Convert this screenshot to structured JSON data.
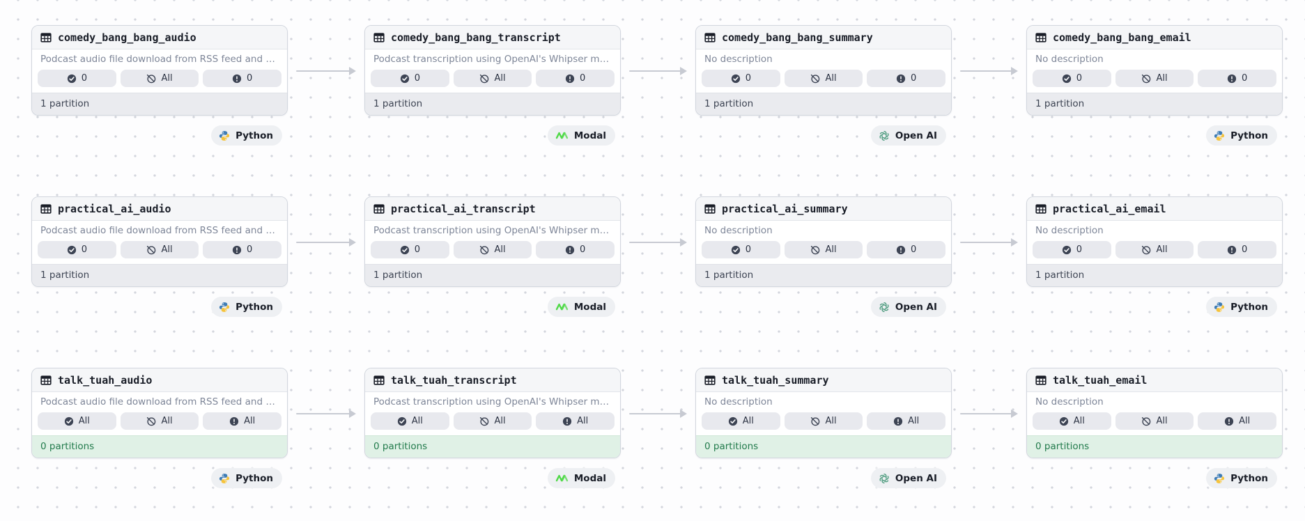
{
  "view": {
    "name": "asset-lineage-graph",
    "partition_ok_text_color": "#217a4b",
    "partition_ok_bg_color": "#e0f1e6",
    "python_blue": "#3e7cb5",
    "python_yellow": "#f5c33c",
    "modal_green": "#50d948",
    "openai_green": "#4a9a7c"
  },
  "rows": [
    {
      "assets": [
        {
          "name": "comedy_bang_bang_audio",
          "description": "Podcast audio file download from RSS feed and …",
          "checks": [
            {
              "icon": "check-circle-icon",
              "value": "0"
            },
            {
              "icon": "slash-circle-icon",
              "value": "All"
            },
            {
              "icon": "alert-circle-icon",
              "value": "0"
            }
          ],
          "partitions": "1 partition",
          "partitions_status": "default",
          "tag": {
            "label": "Python",
            "icon": "python-icon"
          }
        },
        {
          "name": "comedy_bang_bang_transcript",
          "description": "Podcast transcription using OpenAI's Whipser mo…",
          "checks": [
            {
              "icon": "check-circle-icon",
              "value": "0"
            },
            {
              "icon": "slash-circle-icon",
              "value": "All"
            },
            {
              "icon": "alert-circle-icon",
              "value": "0"
            }
          ],
          "partitions": "1 partition",
          "partitions_status": "default",
          "tag": {
            "label": "Modal",
            "icon": "modal-icon"
          }
        },
        {
          "name": "comedy_bang_bang_summary",
          "description": "No description",
          "checks": [
            {
              "icon": "check-circle-icon",
              "value": "0"
            },
            {
              "icon": "slash-circle-icon",
              "value": "All"
            },
            {
              "icon": "alert-circle-icon",
              "value": "0"
            }
          ],
          "partitions": "1 partition",
          "partitions_status": "default",
          "tag": {
            "label": "Open AI",
            "icon": "openai-icon"
          }
        },
        {
          "name": "comedy_bang_bang_email",
          "description": "No description",
          "checks": [
            {
              "icon": "check-circle-icon",
              "value": "0"
            },
            {
              "icon": "slash-circle-icon",
              "value": "All"
            },
            {
              "icon": "alert-circle-icon",
              "value": "0"
            }
          ],
          "partitions": "1 partition",
          "partitions_status": "default",
          "tag": {
            "label": "Python",
            "icon": "python-icon"
          }
        }
      ]
    },
    {
      "assets": [
        {
          "name": "practical_ai_audio",
          "description": "Podcast audio file download from RSS feed and …",
          "checks": [
            {
              "icon": "check-circle-icon",
              "value": "0"
            },
            {
              "icon": "slash-circle-icon",
              "value": "All"
            },
            {
              "icon": "alert-circle-icon",
              "value": "0"
            }
          ],
          "partitions": "1 partition",
          "partitions_status": "default",
          "tag": {
            "label": "Python",
            "icon": "python-icon"
          }
        },
        {
          "name": "practical_ai_transcript",
          "description": "Podcast transcription using OpenAI's Whipser mo…",
          "checks": [
            {
              "icon": "check-circle-icon",
              "value": "0"
            },
            {
              "icon": "slash-circle-icon",
              "value": "All"
            },
            {
              "icon": "alert-circle-icon",
              "value": "0"
            }
          ],
          "partitions": "1 partition",
          "partitions_status": "default",
          "tag": {
            "label": "Modal",
            "icon": "modal-icon"
          }
        },
        {
          "name": "practical_ai_summary",
          "description": "No description",
          "checks": [
            {
              "icon": "check-circle-icon",
              "value": "0"
            },
            {
              "icon": "slash-circle-icon",
              "value": "All"
            },
            {
              "icon": "alert-circle-icon",
              "value": "0"
            }
          ],
          "partitions": "1 partition",
          "partitions_status": "default",
          "tag": {
            "label": "Open AI",
            "icon": "openai-icon"
          }
        },
        {
          "name": "practical_ai_email",
          "description": "No description",
          "checks": [
            {
              "icon": "check-circle-icon",
              "value": "0"
            },
            {
              "icon": "slash-circle-icon",
              "value": "All"
            },
            {
              "icon": "alert-circle-icon",
              "value": "0"
            }
          ],
          "partitions": "1 partition",
          "partitions_status": "default",
          "tag": {
            "label": "Python",
            "icon": "python-icon"
          }
        }
      ]
    },
    {
      "assets": [
        {
          "name": "talk_tuah_audio",
          "description": "Podcast audio file download from RSS feed and …",
          "checks": [
            {
              "icon": "check-circle-icon",
              "value": "All"
            },
            {
              "icon": "slash-circle-icon",
              "value": "All"
            },
            {
              "icon": "alert-circle-icon",
              "value": "All"
            }
          ],
          "partitions": "0 partitions",
          "partitions_status": "zero",
          "tag": {
            "label": "Python",
            "icon": "python-icon"
          }
        },
        {
          "name": "talk_tuah_transcript",
          "description": "Podcast transcription using OpenAI's Whipser mo…",
          "checks": [
            {
              "icon": "check-circle-icon",
              "value": "All"
            },
            {
              "icon": "slash-circle-icon",
              "value": "All"
            },
            {
              "icon": "alert-circle-icon",
              "value": "All"
            }
          ],
          "partitions": "0 partitions",
          "partitions_status": "zero",
          "tag": {
            "label": "Modal",
            "icon": "modal-icon"
          }
        },
        {
          "name": "talk_tuah_summary",
          "description": "No description",
          "checks": [
            {
              "icon": "check-circle-icon",
              "value": "All"
            },
            {
              "icon": "slash-circle-icon",
              "value": "All"
            },
            {
              "icon": "alert-circle-icon",
              "value": "All"
            }
          ],
          "partitions": "0 partitions",
          "partitions_status": "zero",
          "tag": {
            "label": "Open AI",
            "icon": "openai-icon"
          }
        },
        {
          "name": "talk_tuah_email",
          "description": "No description",
          "checks": [
            {
              "icon": "check-circle-icon",
              "value": "All"
            },
            {
              "icon": "slash-circle-icon",
              "value": "All"
            },
            {
              "icon": "alert-circle-icon",
              "value": "All"
            }
          ],
          "partitions": "0 partitions",
          "partitions_status": "zero",
          "tag": {
            "label": "Python",
            "icon": "python-icon"
          }
        }
      ]
    }
  ]
}
